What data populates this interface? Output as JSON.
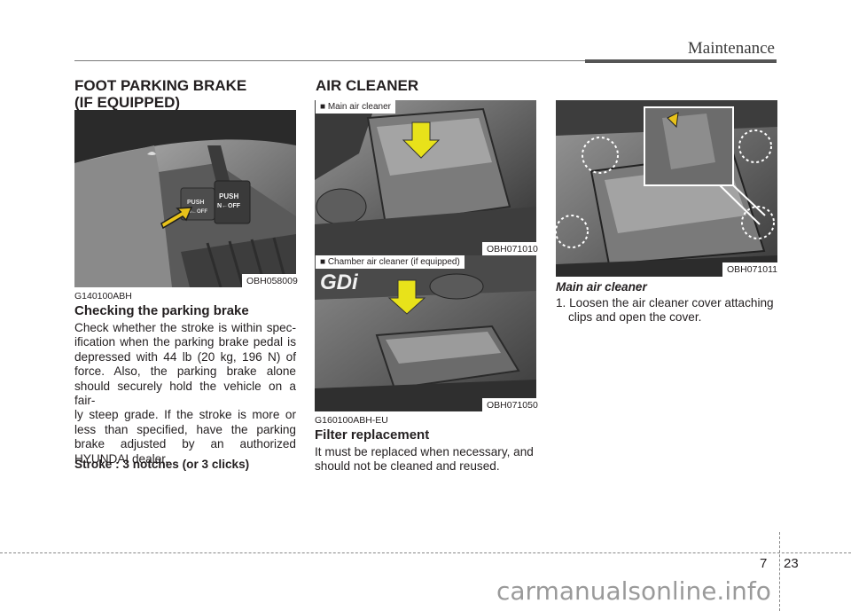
{
  "header": {
    "title": "Maintenance"
  },
  "left": {
    "section_title_line1": "FOOT PARKING BRAKE",
    "section_title_line2": "(IF EQUIPPED)",
    "photo_code": "OBH058009",
    "photo_push_label_1": "PUSH",
    "photo_push_label_2": "ON←OFF",
    "photo_push_label_3": "PUSH",
    "photo_push_label_4": "N←OFF",
    "doc_code": "G140100ABH",
    "subhead": "Checking the parking brake",
    "body_lines": [
      "Check whether the stroke is within spec-",
      "ification when the parking brake pedal is",
      "depressed with 44 lb (20 kg, 196 N) of",
      "force. Also, the parking brake alone",
      "should securely hold the vehicle on a fair-",
      "ly steep grade. If the stroke is more or",
      "less than specified, have the parking",
      "brake adjusted by an authorized",
      "HYUNDAI dealer."
    ],
    "stroke_note": "Stroke : 3 notches (or 3 clicks)"
  },
  "middle": {
    "section_title": "AIR CLEANER",
    "photo1_label": "■ Main air cleaner",
    "photo1_code": "OBH071010",
    "photo2_label": "■ Chamber air cleaner (if equipped)",
    "photo2_code": "OBH071050",
    "photo2_logo": "GDi",
    "doc_code": "G160100ABH-EU",
    "subhead": "Filter replacement",
    "body_lines": [
      "It must be replaced when necessary, and",
      "should not be cleaned and reused."
    ]
  },
  "right": {
    "photo_code": "OBH071011",
    "italic_head": "Main air cleaner",
    "step_line1": "1. Loosen the air cleaner cover attaching",
    "step_line2": "clips and open the cover."
  },
  "footer": {
    "chapter": "7",
    "page": "23",
    "watermark": "carmanualsonline.info"
  }
}
